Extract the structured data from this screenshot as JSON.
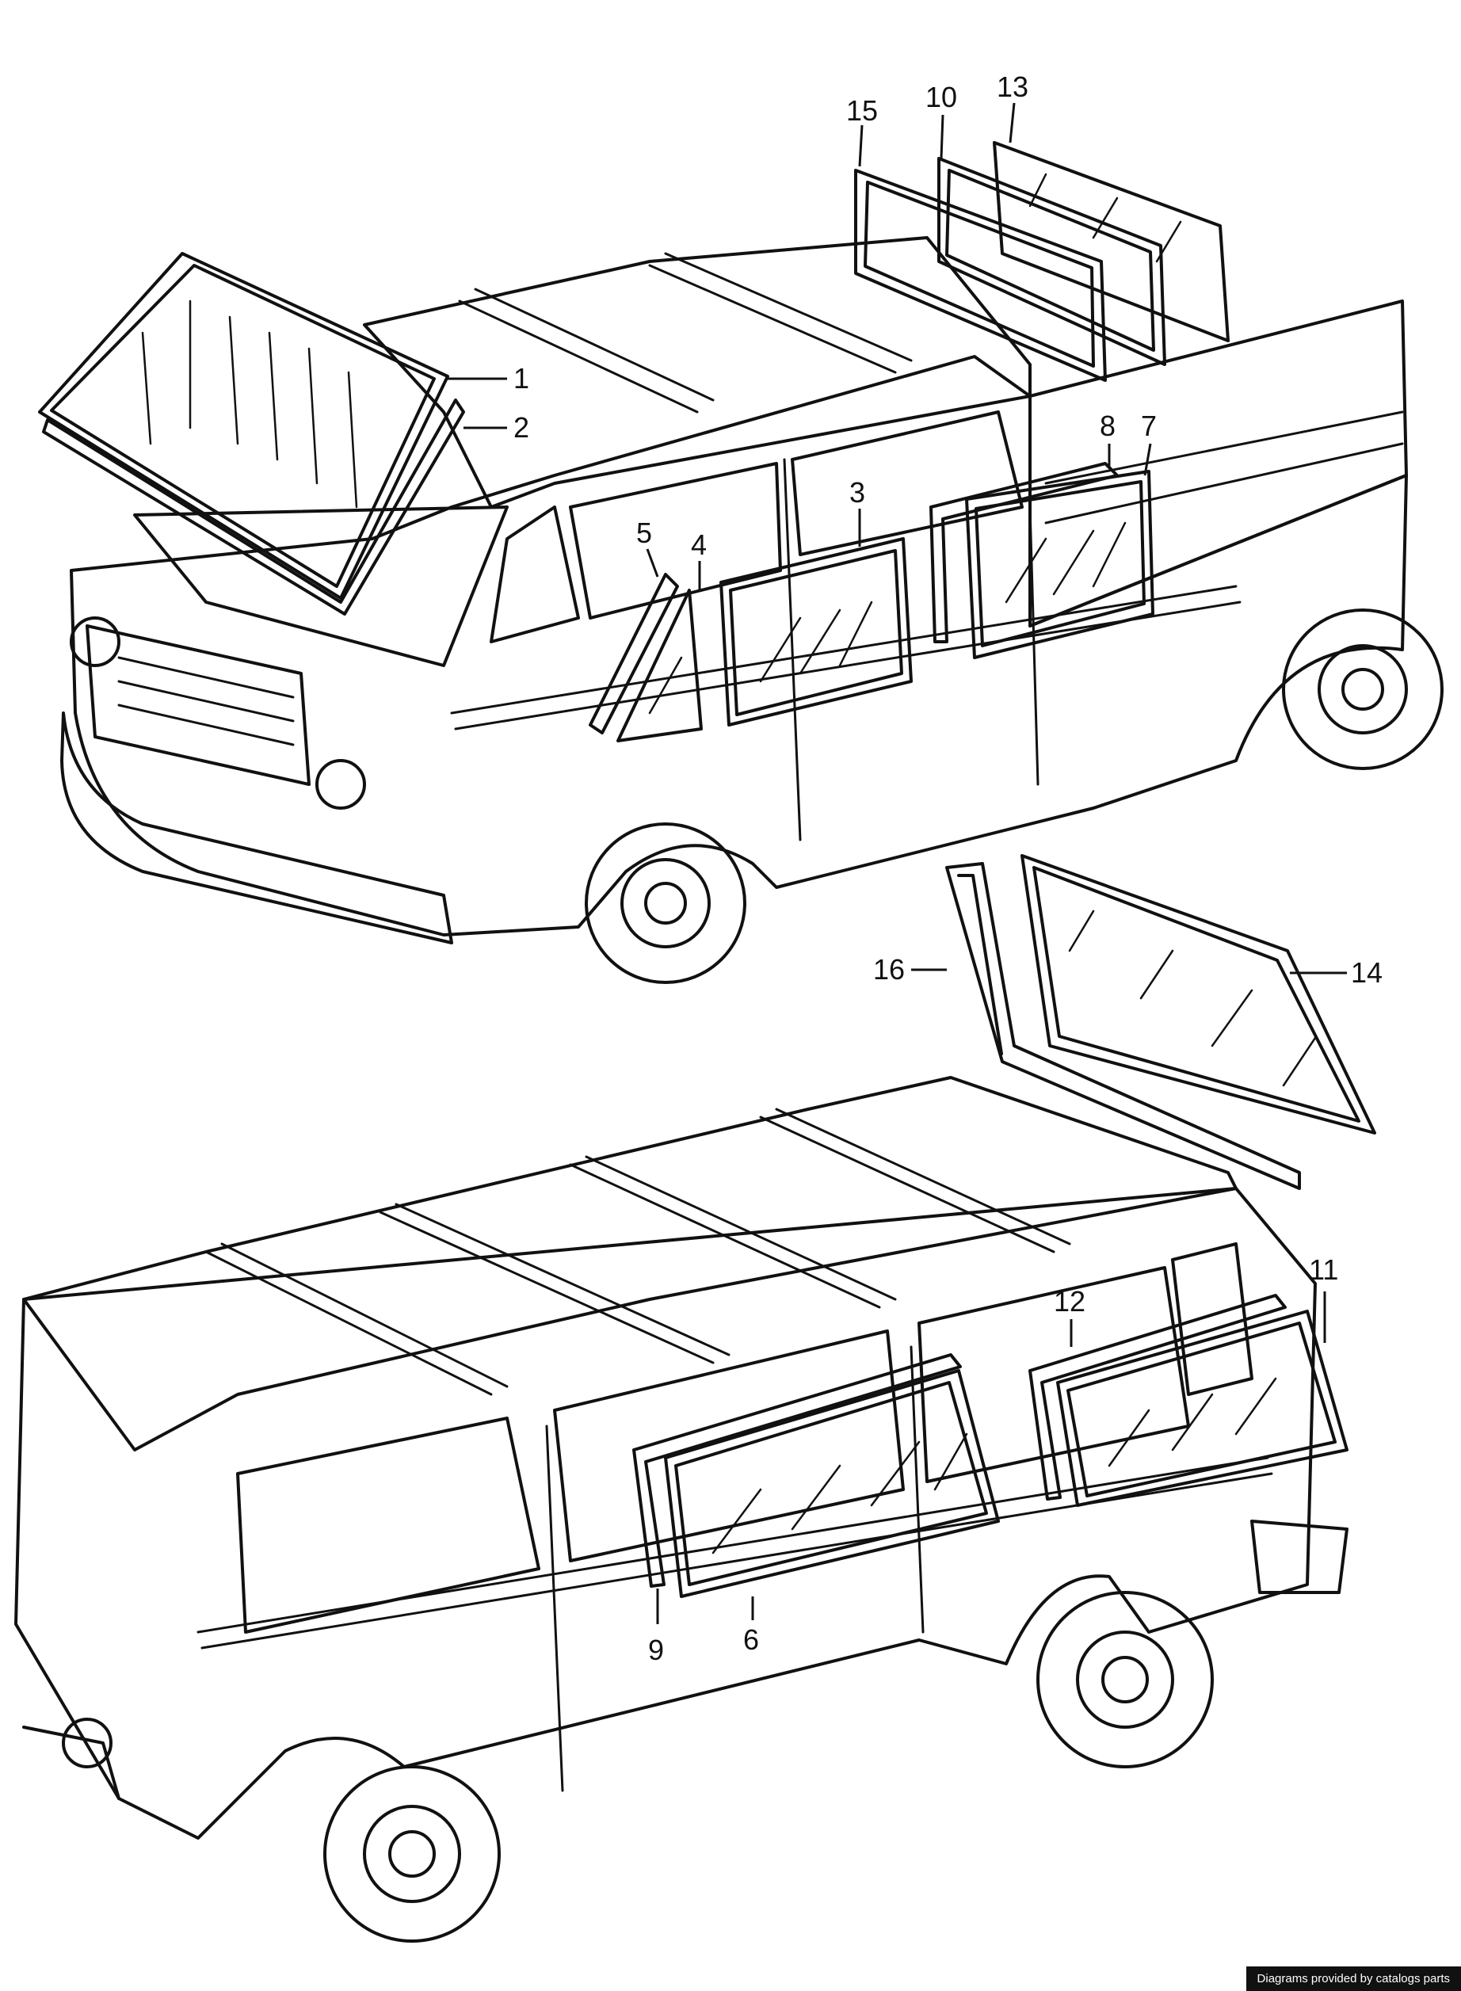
{
  "callouts": {
    "c1": "1",
    "c2": "2",
    "c3": "3",
    "c4": "4",
    "c5": "5",
    "c6": "6",
    "c7": "7",
    "c8": "8",
    "c9": "9",
    "c10": "10",
    "c11": "11",
    "c12": "12",
    "c13": "13",
    "c14": "14",
    "c15": "15",
    "c16": "16"
  },
  "footer": {
    "credit": "Diagrams provided by catalogs parts"
  },
  "colors": {
    "ink": "#111111",
    "background": "#ffffff",
    "credit_bg": "#111111"
  }
}
